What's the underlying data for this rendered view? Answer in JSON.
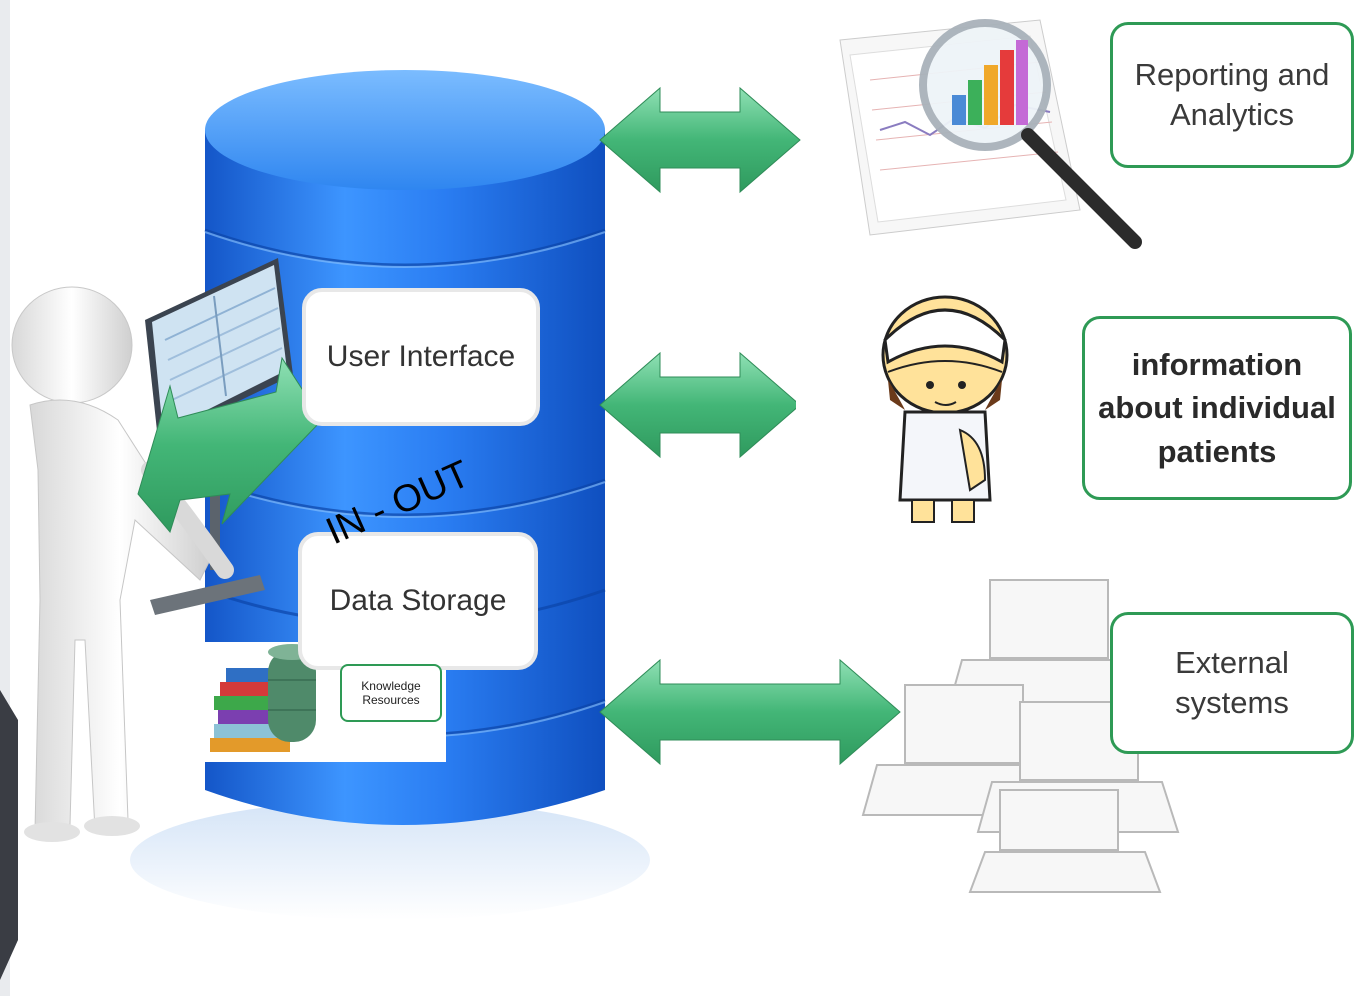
{
  "labels": {
    "user_interface": "User Interface",
    "data_storage": "Data Storage",
    "in_out": "IN - OUT",
    "knowledge_resources": "Knowledge\nResources",
    "reporting": "Reporting and\nAnalytics",
    "patients": "information\nabout individual\npatients",
    "external": "External\nsystems"
  },
  "icons": {
    "database": "database-cylinder-icon",
    "person": "stick-figure-person-icon",
    "monitor": "computer-monitor-icon",
    "chart": "bar-chart-magnifier-icon",
    "patient": "patient-cartoon-icon",
    "laptops": "laptops-icon",
    "books": "books-stack-icon",
    "arrow": "double-arrow-icon"
  },
  "colors": {
    "cylinder": "#1a6ee0",
    "cylinder_light": "#5aa8ff",
    "arrow": "#4cbf80",
    "box_border": "#2e9a55"
  }
}
